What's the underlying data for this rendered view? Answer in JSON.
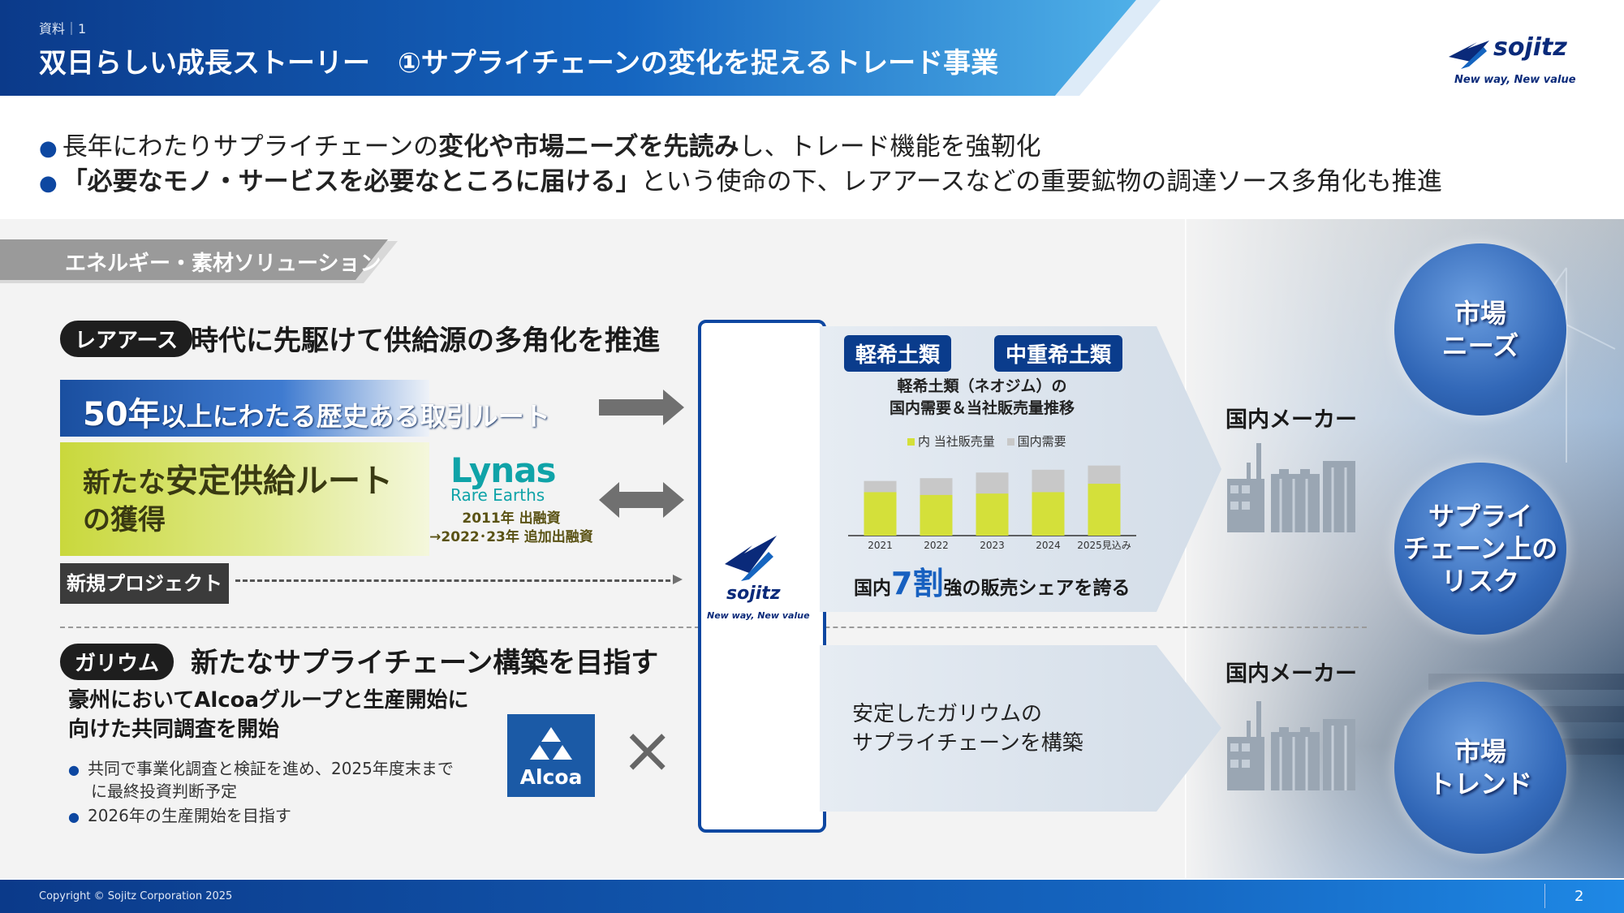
{
  "header": {
    "breadcrumb": "資料｜1",
    "title": "双日らしい成長ストーリー　①サプライチェーンの変化を捉えるトレード事業"
  },
  "brand": {
    "name": "sojitz",
    "tagline": "New way, New value",
    "colors": {
      "primary": "#0d47a1",
      "accent": "#1e88e5",
      "dark": "#0a2a7a"
    }
  },
  "bullets": [
    {
      "pre": "長年にわたりサプライチェーンの",
      "bold": "変化や市場ニーズを先読み",
      "post": "し、トレード機能を強靭化"
    },
    {
      "pre": "",
      "bold": "「必要なモノ・サービスを必要なところに届ける」",
      "post": "という使命の下、レアアースなどの重要鉱物の調達ソース多角化も推進"
    }
  ],
  "section_tag": "エネルギー・素材ソリューション",
  "rare_earth": {
    "pill": "レアアース",
    "heading": "時代に先駆けて供給源の多角化を推進",
    "route1_big": "50年",
    "route1_rest": "以上にわたる歴史ある取引ルート",
    "route2_pre": "新たな",
    "route2_big": "安定供給ルート",
    "route2_post": "の獲得",
    "partner_name": "Lynas",
    "partner_sub": "Rare Earths",
    "partner_note1": "2011年 出融資",
    "partner_note2": "→2022･23年 追加出融資",
    "new_project": "新規プロジェクト"
  },
  "tags": {
    "light": "軽希土類",
    "heavy": "中重希土類"
  },
  "chart_data": {
    "type": "bar",
    "title": "軽希土類（ネオジム）の\n国内需要＆当社販売量推移",
    "title_line1": "軽希土類（ネオジム）の",
    "title_line2": "国内需要＆当社販売量推移",
    "categories": [
      "2021",
      "2022",
      "2023",
      "2024",
      "2025見込み"
    ],
    "series": [
      {
        "name": "内 当社販売量",
        "color": "#d4e03a",
        "values": [
          62,
          58,
          60,
          62,
          74
        ]
      },
      {
        "name": "国内需要",
        "color": "#c8c8c8",
        "values": [
          78,
          82,
          90,
          94,
          100
        ]
      }
    ],
    "stacked_overlay": true,
    "ylim": [
      0,
      110
    ]
  },
  "share": {
    "pre": "国内",
    "num": "7割",
    "post": "強の販売シェアを誇る"
  },
  "makers": {
    "top": "国内メーカー",
    "bottom": "国内メーカー"
  },
  "gallium": {
    "pill": "ガリウム",
    "heading": "新たなサプライチェーン構築を目指す",
    "sub1": "豪州においてAlcoaグループと生産開始に",
    "sub2": "向けた共同調査を開始",
    "items": [
      "共同で事業化調査と検証を進め、2025年度末まで",
      "に最終投資判断予定",
      "2026年の生産開始を目指す"
    ],
    "partner": "Alcoa",
    "times": "×",
    "result1": "安定したガリウムの",
    "result2": "サプライチェーンを構築"
  },
  "circles": [
    {
      "l1": "市場",
      "l2": "ニーズ",
      "l3": ""
    },
    {
      "l1": "サプライ",
      "l2": "チェーン上の",
      "l3": "リスク"
    },
    {
      "l1": "市場",
      "l2": "トレンド",
      "l3": ""
    }
  ],
  "footer": {
    "copyright": "Copyright © Sojitz Corporation 2025",
    "page": "2"
  }
}
